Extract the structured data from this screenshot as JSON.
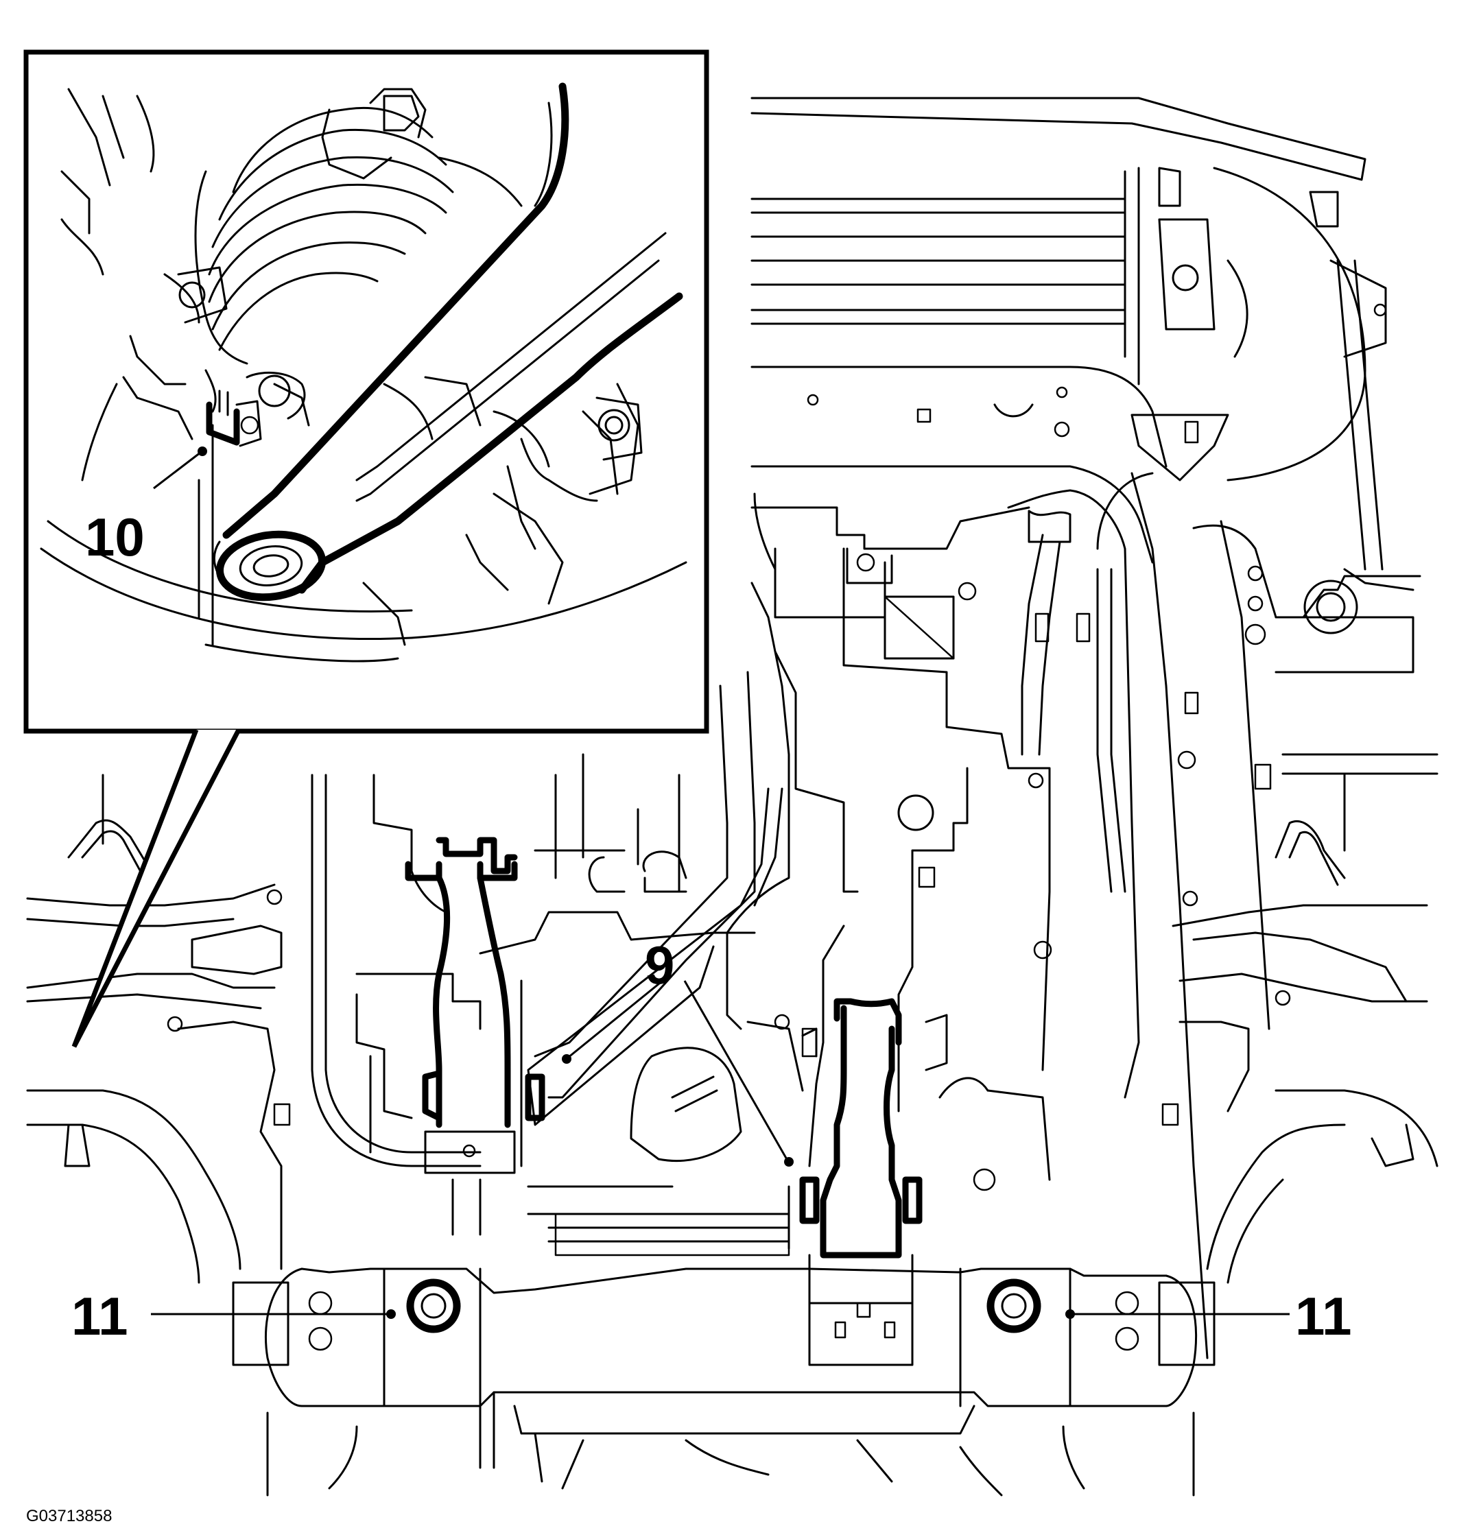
{
  "callouts": {
    "mount_bolt": "9",
    "link_nut": "10",
    "subframe_bolt_left": "11",
    "subframe_bolt_right": "11"
  },
  "figure_id": "G03713858"
}
